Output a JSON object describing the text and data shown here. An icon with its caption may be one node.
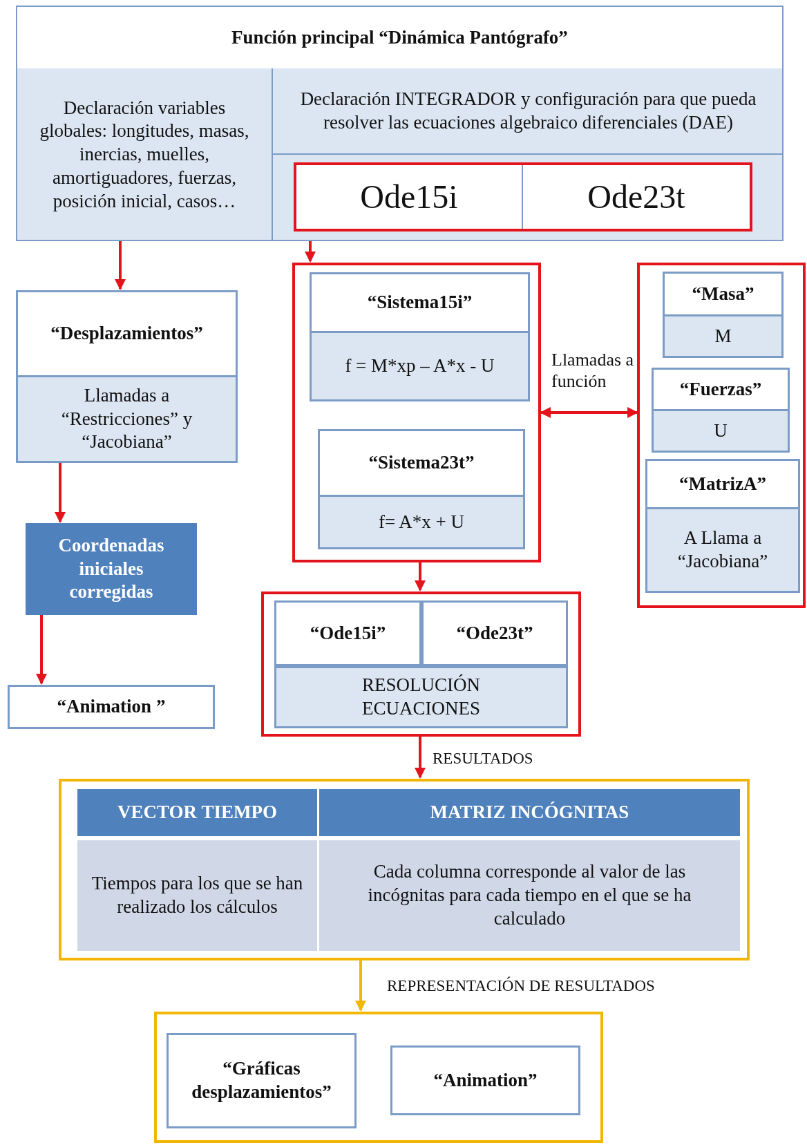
{
  "diagram": {
    "nodes": [
      {
        "text": [
          "Función principal “Dinámica Pantógrafo”"
        ]
      },
      {
        "text": [
          "Declaración variables globales: longitudes, masas, inercias, muelles, amortiguadores, fuerzas, posición inicial, casos…"
        ],
        "in": 0
      },
      {
        "text": [
          "Declaración INTEGRADOR y configuración para que pueda resolver las ecuaciones algebraico diferenciales (DAE)"
        ],
        "in": 0
      },
      {
        "text": [],
        "shape": "box",
        "in": 0
      },
      {
        "text": [
          "Ode15i"
        ],
        "in": 3
      },
      {
        "text": [
          "Ode23t"
        ],
        "in": 3
      },
      {
        "text": [
          "“Desplazamientos”",
          "Llamadas a “Restricciones” y “Jacobiana”"
        ]
      },
      {
        "text": [
          "Coordenadas iniciales corregidas"
        ]
      },
      {
        "text": [
          "“Animation ”"
        ]
      },
      {
        "text": [],
        "shape": "box"
      },
      {
        "text": [
          "“Sistema15i”",
          "f = M*xp – A*x - U"
        ],
        "in": 9
      },
      {
        "text": [
          "“Sistema23t”",
          "f= A*x + U"
        ],
        "in": 9
      },
      {
        "text": [],
        "shape": "box"
      },
      {
        "text": [
          "“Masa”",
          "M"
        ],
        "in": 12
      },
      {
        "text": [
          "“Fuerzas”",
          "U"
        ],
        "in": 12
      },
      {
        "text": [
          "“MatrizA”",
          "A Llama a “Jacobiana”"
        ],
        "in": 12
      },
      {
        "text": [],
        "shape": "box"
      },
      {
        "text": [
          "“Ode15i”"
        ],
        "in": 16
      },
      {
        "text": [
          "“Ode23t”"
        ],
        "in": 16
      },
      {
        "text": [
          "RESOLUCIÓN ECUACIONES"
        ],
        "in": 16
      },
      {
        "text": [],
        "shape": "box"
      },
      {
        "text": [
          "VECTOR TIEMPO",
          "Tiempos para los que se han realizado los cálculos"
        ],
        "in": 20
      },
      {
        "text": [
          "MATRIZ INCÓGNITAS",
          "Cada columna corresponde al valor de las incógnitas para cada tiempo en el  que se ha calculado"
        ],
        "in": 20
      },
      {
        "text": [],
        "shape": "box"
      },
      {
        "text": [
          "“Gráficas desplazamientos”"
        ],
        "in": 23
      },
      {
        "text": [
          "“Animation”"
        ],
        "in": 23
      }
    ],
    "edges": [
      {
        "from": 1,
        "to": 6,
        "arrow": "to"
      },
      {
        "from": 3,
        "to": 9,
        "arrow": "to"
      },
      {
        "from": 6,
        "to": 7,
        "arrow": "to"
      },
      {
        "from": 7,
        "to": 8,
        "arrow": "to"
      },
      {
        "from": 9,
        "to": 12,
        "arrow": "both",
        "label": "Llamadas a función"
      },
      {
        "from": 9,
        "to": 16,
        "arrow": "to"
      },
      {
        "from": 16,
        "to": 20,
        "arrow": "to",
        "label": "RESULTADOS"
      },
      {
        "from": 20,
        "to": 23,
        "arrow": "to",
        "label": "REPRESENTACIÓN DE RESULTADOS",
        "color": "#f2b705"
      }
    ]
  }
}
